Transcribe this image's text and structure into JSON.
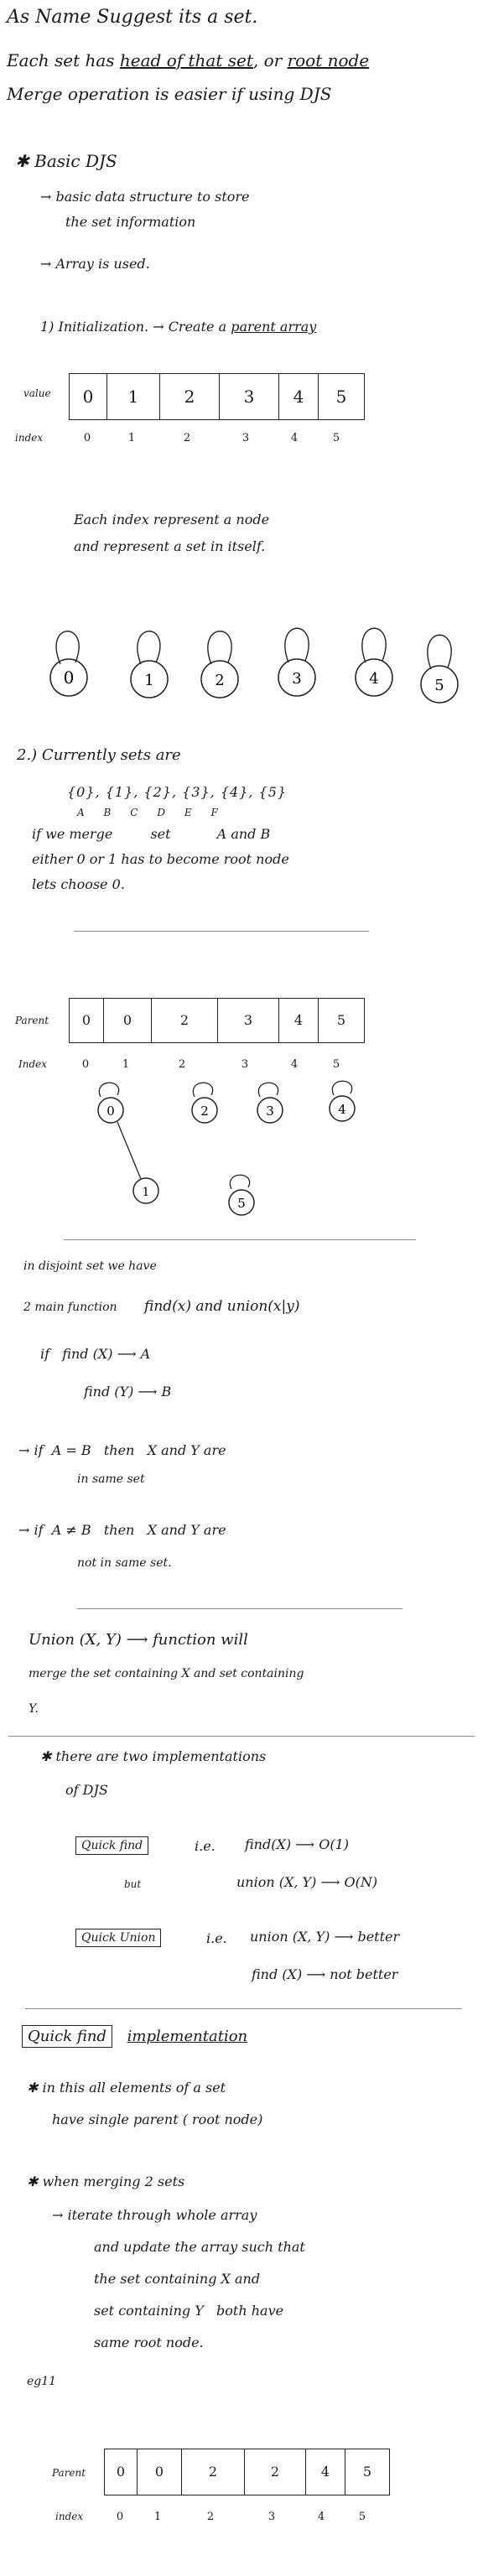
{
  "intro": {
    "line1": "As Name Suggest its a set.",
    "line2a": "Each set has ",
    "line2b": "head of that set",
    "line2c": ", or ",
    "line2d": "root node",
    "line3": "Merge operation is easier if using DJS"
  },
  "basic": {
    "heading": "✱ Basic DJS",
    "p1a": "→ basic data structure to store",
    "p1b": "the set information",
    "p2": "→ Array is used."
  },
  "init": {
    "label_a": "1) Initialization. → Create a ",
    "label_b": "parent array",
    "value_label": "value",
    "index_label": "index",
    "values": [
      "0",
      "1",
      "2",
      "3",
      "4",
      "5"
    ],
    "indexes": [
      "0",
      "1",
      "2",
      "3",
      "4",
      "5"
    ],
    "note1": "Each index represent a node",
    "note2": "and represent a set in itself.",
    "nodes": [
      "0",
      "1",
      "2",
      "3",
      "4",
      "5"
    ]
  },
  "sets": {
    "heading": "2.) Currently sets are",
    "set_list": "{0}, {1}, {2}, {3}, {4}, {5}",
    "set_letters": "A      B      C      D      E      F",
    "l1a": "if we merge",
    "l1b": "set",
    "l1c": "A and B",
    "l2": "either 0 or 1 has to become root node",
    "l3": "lets choose 0."
  },
  "parent_table": {
    "parent_label": "Parent",
    "index_label": "Index",
    "values": [
      "0",
      "0",
      "2",
      "3",
      "4",
      "5"
    ],
    "indexes": [
      "0",
      "1",
      "2",
      "3",
      "4",
      "5"
    ],
    "tree_nodes": [
      "0",
      "1",
      "2",
      "3",
      "4",
      "5"
    ]
  },
  "functions": {
    "l1a": "in disjoint set we have",
    "l2a": "2 main function",
    "l2b": "find(x) and union(x|y)",
    "f1": "if   find (X) ⟶ A",
    "f2": "find (Y) ⟶ B",
    "c1a": "→ if  A = B   then   X and Y are",
    "c1b": "in same set",
    "c2a": "→ if  A ≠ B   then   X and Y are",
    "c2b": "not in same set."
  },
  "union": {
    "l1": "Union (X, Y) ⟶ function will",
    "l2": "merge the set containing X and set containing",
    "l3": "Y."
  },
  "impl": {
    "l1": "✱ there are two implementations",
    "l2": "of DJS",
    "qf_label": "Quick find",
    "qf_ie": "i.e.",
    "qf_find": "find(X) ⟶ O(1)",
    "qf_but": "but",
    "qf_union": "union (X, Y) ⟶ O(N)",
    "qu_label": "Quick Union",
    "qu_ie": "i.e.",
    "qu_union": "union (X, Y) ⟶ better",
    "qu_find": "find (X) ⟶ not better"
  },
  "quickfind": {
    "title_box": "Quick find",
    "title_rest": "implementation",
    "p1a": "✱ in this all elements of a set",
    "p1b": "have single parent ( root node)",
    "p2a": "✱ when merging 2 sets",
    "p2b": "→ iterate through whole array",
    "p2c": "and update the array such that",
    "p2d": "the set containing X and",
    "p2e": "set containing Y   both have",
    "p2f": "same root node.",
    "eg": "eg11"
  },
  "final_table": {
    "parent_label": "Parent",
    "index_label": "index",
    "values": [
      "0",
      "0",
      "2",
      "2",
      "4",
      "5"
    ],
    "indexes": [
      "0",
      "1",
      "2",
      "3",
      "4",
      "5"
    ]
  }
}
